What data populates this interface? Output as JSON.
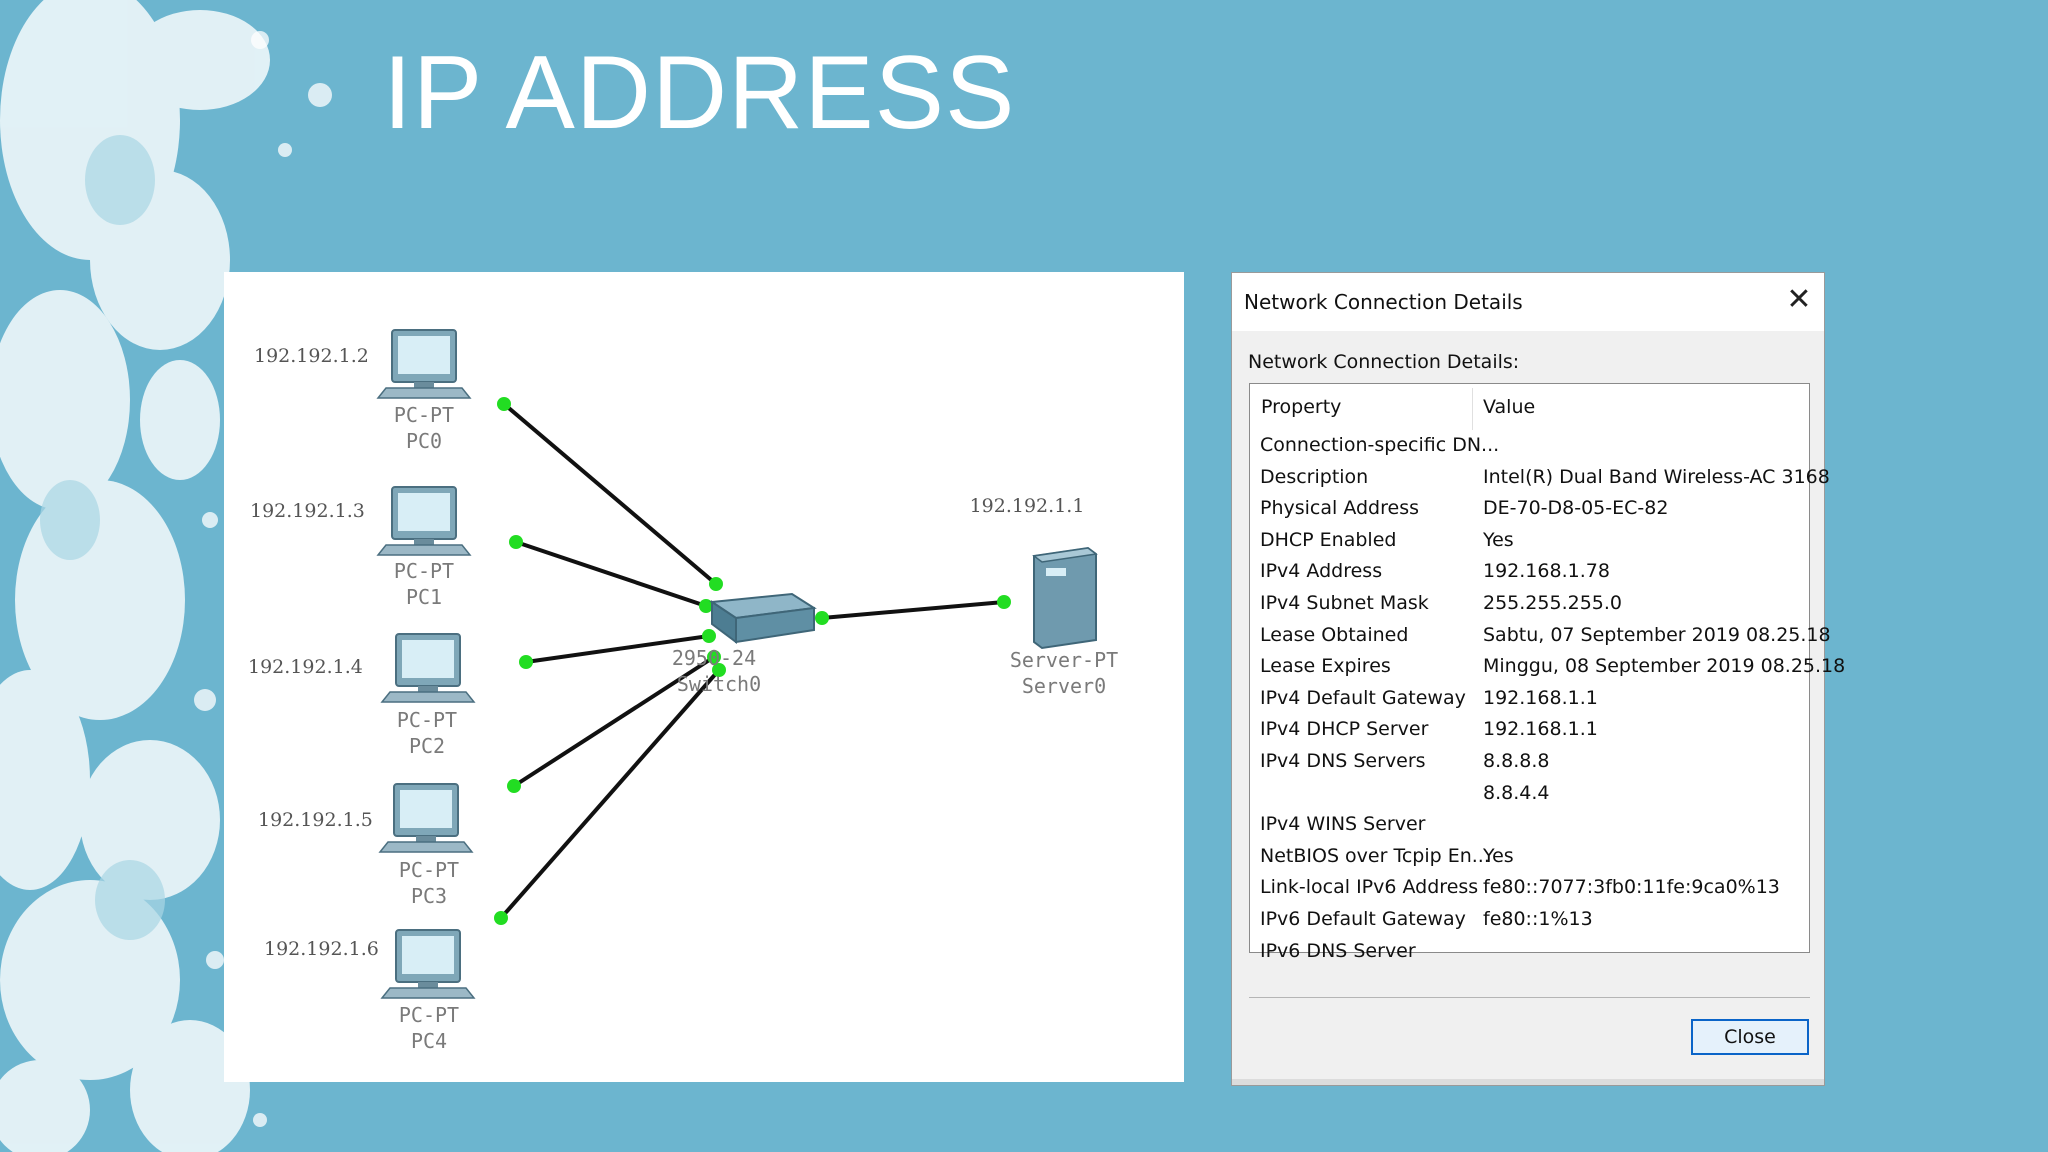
{
  "slide": {
    "title": "IP ADDRESS"
  },
  "topology": {
    "pcs": [
      {
        "ip": "192.192.1.2",
        "type": "PC-PT",
        "name": "PC0"
      },
      {
        "ip": "192.192.1.3",
        "type": "PC-PT",
        "name": "PC1"
      },
      {
        "ip": "192.192.1.4",
        "type": "PC-PT",
        "name": "PC2"
      },
      {
        "ip": "192.192.1.5",
        "type": "PC-PT",
        "name": "PC3"
      },
      {
        "ip": "192.192.1.6",
        "type": "PC-PT",
        "name": "PC4"
      }
    ],
    "switch": {
      "model": "2950-24",
      "name": "Switch0"
    },
    "server": {
      "ip": "192.192.1.1",
      "type": "Server-PT",
      "name": "Server0"
    },
    "colors": {
      "link": "#111111",
      "port": "#22dd22"
    }
  },
  "dialog": {
    "title": "Network Connection Details",
    "label": "Network Connection Details:",
    "headers": {
      "property": "Property",
      "value": "Value"
    },
    "rows": [
      {
        "property": "Connection-specific DN...",
        "value": ""
      },
      {
        "property": "Description",
        "value": "Intel(R) Dual Band Wireless-AC 3168"
      },
      {
        "property": "Physical Address",
        "value": "DE-70-D8-05-EC-82"
      },
      {
        "property": "DHCP Enabled",
        "value": "Yes"
      },
      {
        "property": "IPv4 Address",
        "value": "192.168.1.78"
      },
      {
        "property": "IPv4 Subnet Mask",
        "value": "255.255.255.0"
      },
      {
        "property": "Lease Obtained",
        "value": "Sabtu, 07 September 2019 08.25.18"
      },
      {
        "property": "Lease Expires",
        "value": "Minggu, 08 September 2019 08.25.18"
      },
      {
        "property": "IPv4 Default Gateway",
        "value": "192.168.1.1"
      },
      {
        "property": "IPv4 DHCP Server",
        "value": "192.168.1.1"
      },
      {
        "property": "IPv4 DNS Servers",
        "value": "8.8.8.8"
      },
      {
        "property": "",
        "value": "8.8.4.4"
      },
      {
        "property": "IPv4 WINS Server",
        "value": ""
      },
      {
        "property": "NetBIOS over Tcpip En...",
        "value": "Yes"
      },
      {
        "property": "Link-local IPv6 Address",
        "value": "fe80::7077:3fb0:11fe:9ca0%13"
      },
      {
        "property": "IPv6 Default Gateway",
        "value": "fe80::1%13"
      },
      {
        "property": "IPv6 DNS Server",
        "value": ""
      }
    ],
    "close_x": "✕",
    "close_button": "Close"
  }
}
